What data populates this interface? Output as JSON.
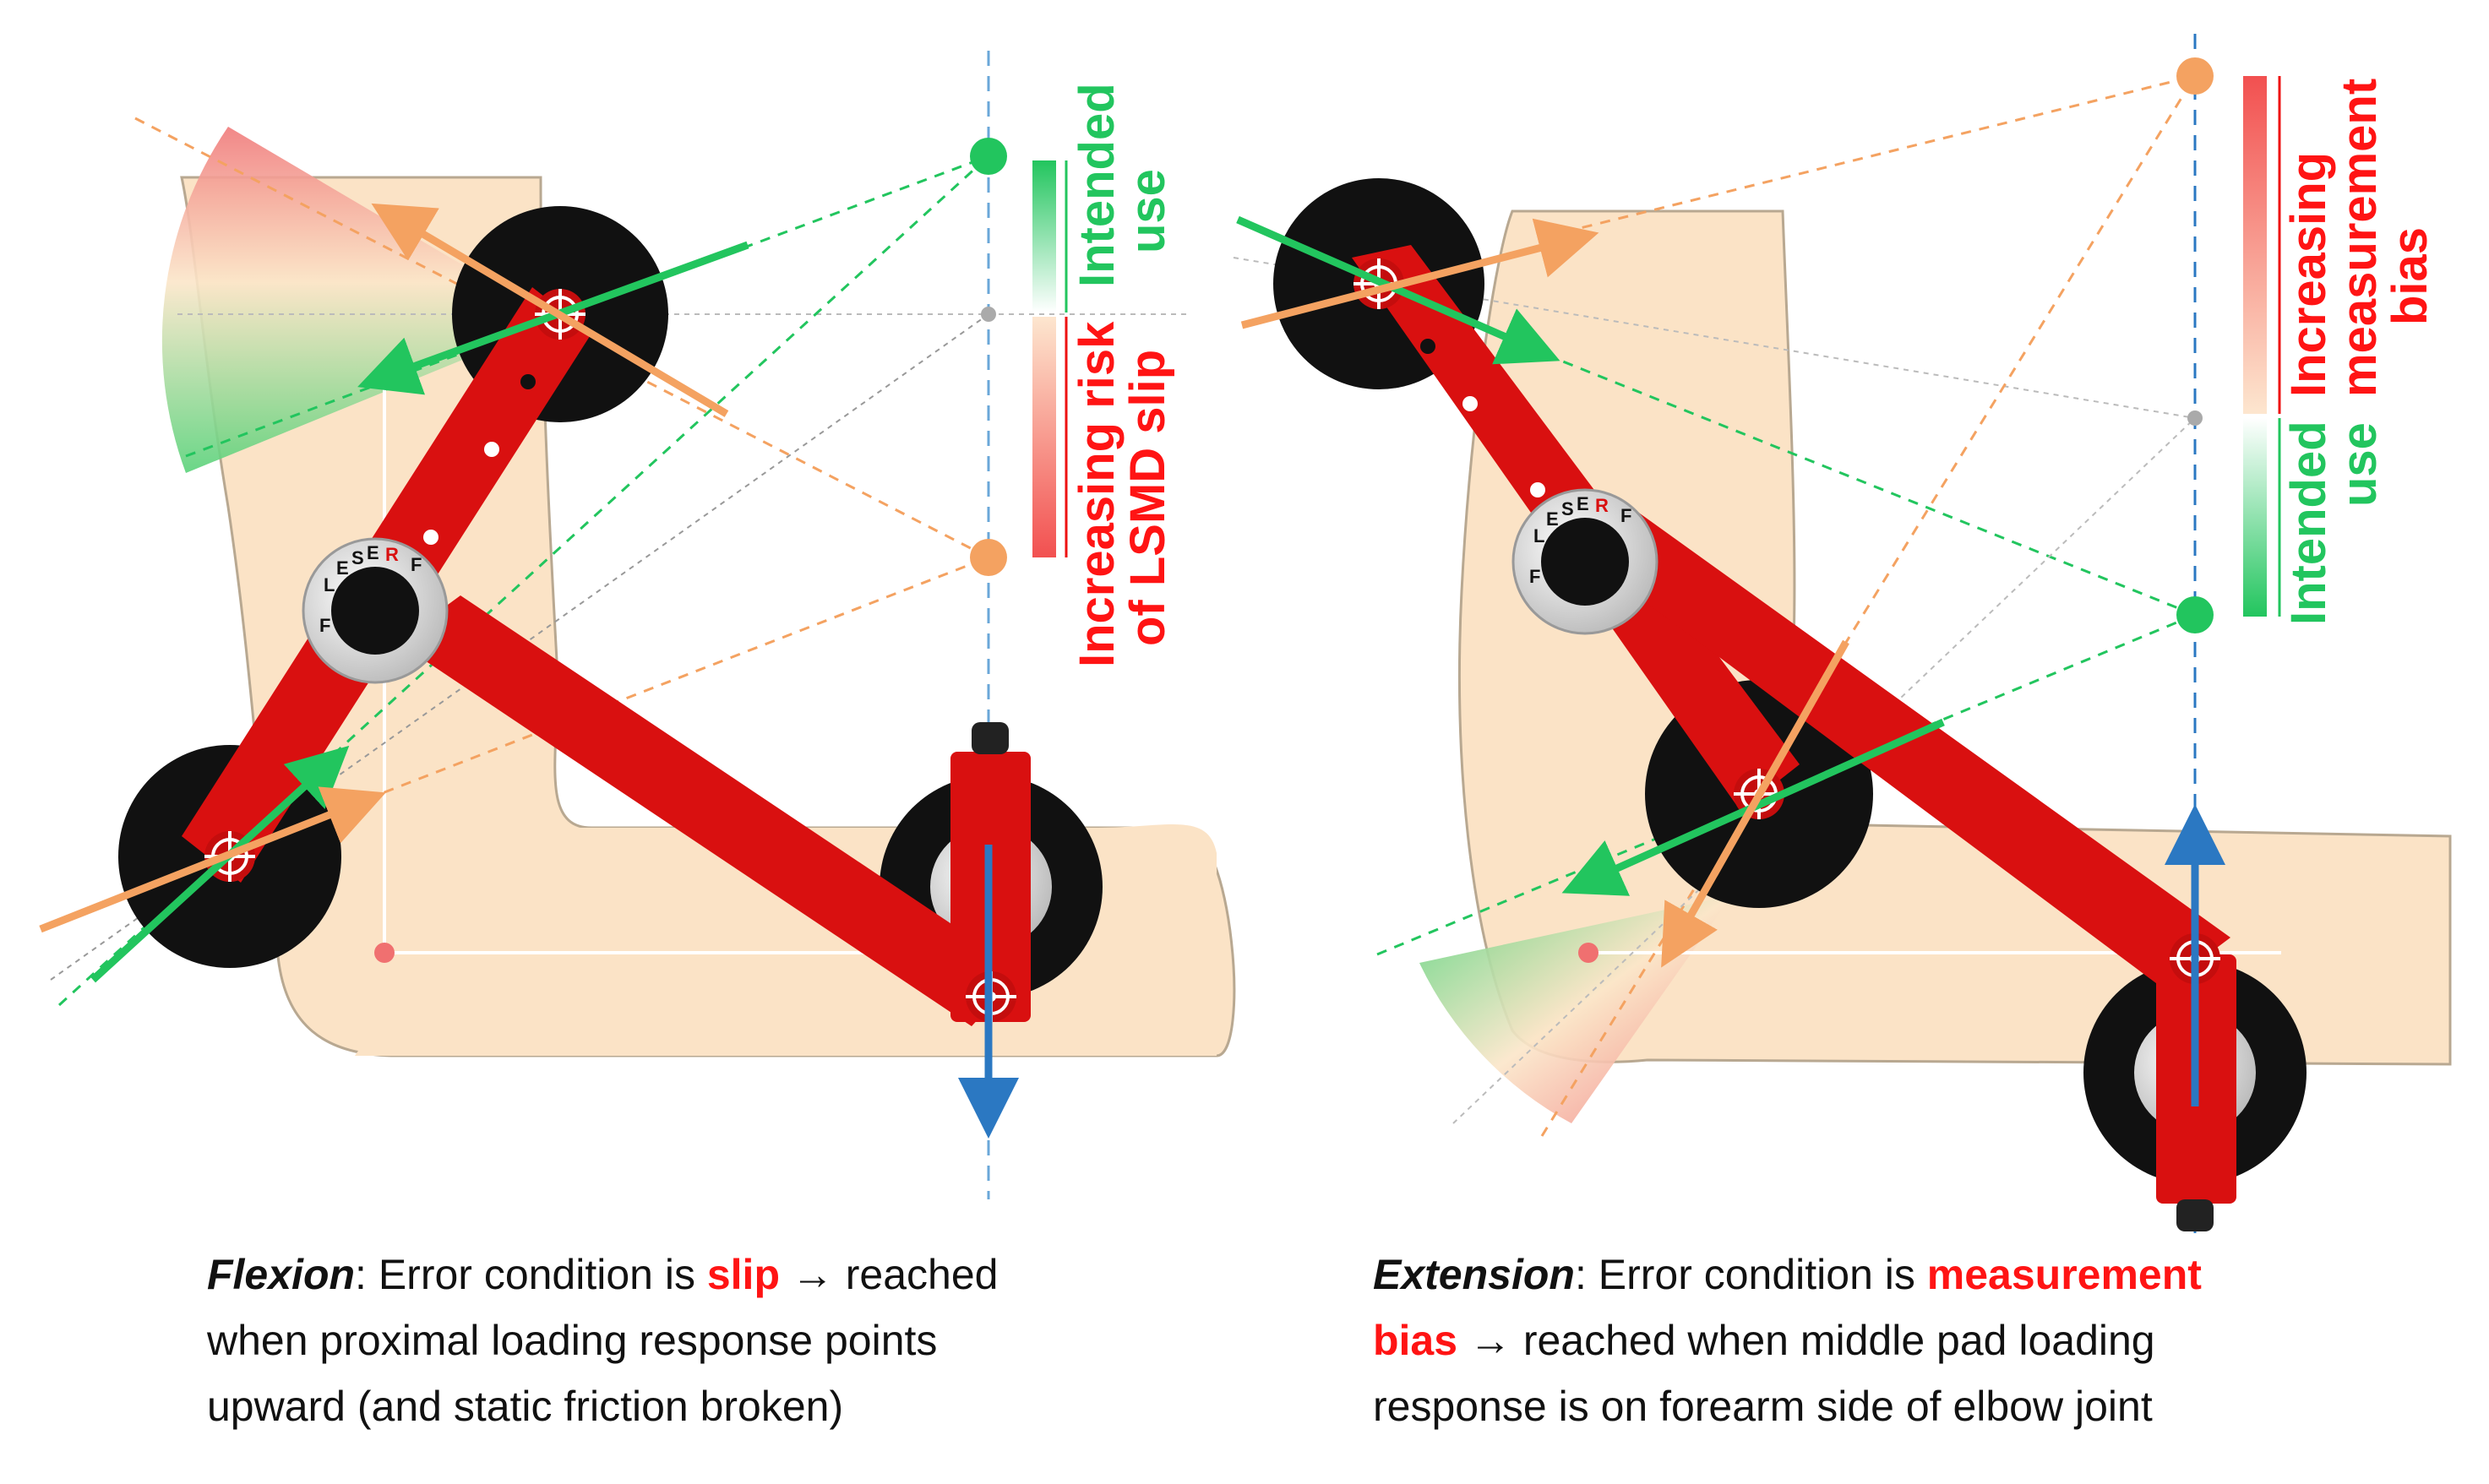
{
  "left_panel": {
    "label_intended_line1": "Intended",
    "label_intended_line2": "use",
    "label_risk_line1": "Increasing risk",
    "label_risk_line2": "of LSMD slip",
    "dial_letters": [
      "L",
      "E",
      "S",
      "E",
      "R",
      "F",
      "F"
    ]
  },
  "right_panel": {
    "label_bias_line1": "Increasing",
    "label_bias_line2": "measurement",
    "label_bias_line3": "bias",
    "label_intended_line1": "Intended",
    "label_intended_line2": "use",
    "dial_letters": [
      "L",
      "E",
      "S",
      "E",
      "R",
      "F",
      "F"
    ]
  },
  "captions": {
    "flexion": {
      "term": "Flexion",
      "lead": ": Error condition is ",
      "error_word": "slip",
      "arrow": " → reached",
      "line2": "when proximal loading response points",
      "line3": "upward (and static friction broken)"
    },
    "extension": {
      "term": "Extension",
      "lead": ": Error condition is ",
      "error_word": "measurement",
      "error_word2": "bias",
      "arrow_rest": " → reached when middle pad loading",
      "line3": "response is on forearm side of elbow joint"
    }
  },
  "colors": {
    "device_red": "#d91010",
    "pad_black": "#111111",
    "arrow_green": "#22c55e",
    "arrow_orange": "#f4a261",
    "arrow_blue": "#2b78c2",
    "skin": "#fbe3c6",
    "label_green": "#22c55e",
    "label_red": "#ff1414"
  },
  "icons": [
    "target-crosshair-icon",
    "pad-icon",
    "dial-icon"
  ]
}
